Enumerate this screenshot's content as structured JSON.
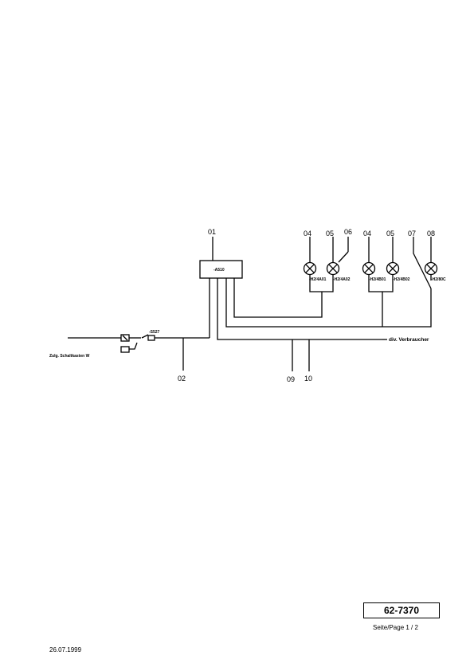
{
  "labels": {
    "n01": "01",
    "n02": "02",
    "n04a": "04",
    "n05a": "05",
    "n06": "06",
    "n04b": "04",
    "n05b": "05",
    "n07": "07",
    "n08": "08",
    "n09": "09",
    "n10": "10"
  },
  "components": {
    "box": "-A510",
    "l1": "-H2/4A01",
    "l2": "-H2/4A02",
    "l3": "-H2/4B01",
    "l4": "-H2/4B02",
    "l5": "-H2/80C",
    "sw": "-S527"
  },
  "left_note": "Zulg. Schaltkasten W",
  "right_note": "div. Verbraucher",
  "doc_number": "62-7370",
  "page_label": "Seite/Page 1 / 2",
  "date": "26.07.1999"
}
